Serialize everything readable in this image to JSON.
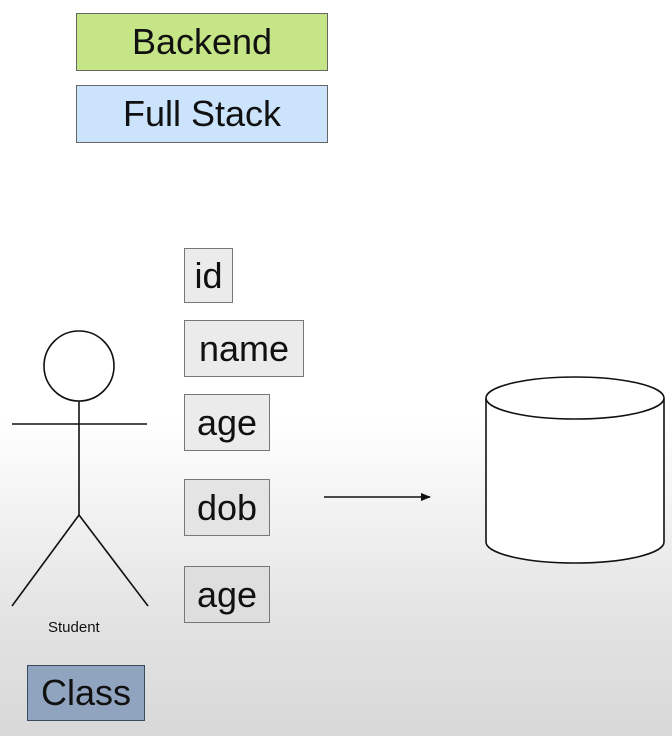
{
  "tags": {
    "backend": {
      "label": "Backend",
      "color": "#c6e586"
    },
    "full_stack": {
      "label": "Full Stack",
      "color": "#cce4fb"
    }
  },
  "fields": [
    {
      "label": "id"
    },
    {
      "label": "name"
    },
    {
      "label": "age"
    },
    {
      "label": "dob"
    },
    {
      "label": "age"
    }
  ],
  "actor": {
    "label": "Student"
  },
  "class_box": {
    "label": "Class",
    "color": "#91a4bf"
  },
  "field_fill": "#ebebeb",
  "icons": [
    "stick-figure-icon",
    "arrow-icon",
    "database-cylinder-icon"
  ]
}
